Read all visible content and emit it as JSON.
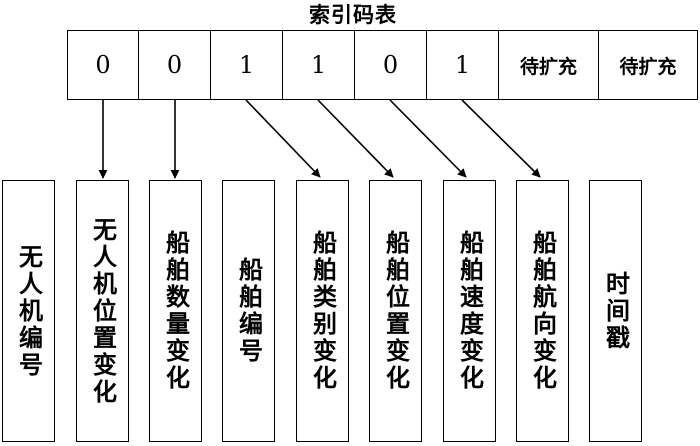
{
  "index_table": {
    "title": "索引码表",
    "cells": [
      "0",
      "0",
      "1",
      "1",
      "0",
      "1",
      "待扩充",
      "待扩充"
    ]
  },
  "fields": [
    "无人机编号",
    "无人机位置变化",
    "船舶数量变化",
    "船舶编号",
    "船舶类别变化",
    "船舶位置变化",
    "船舶速度变化",
    "船舶航向变化",
    "时间戳"
  ]
}
